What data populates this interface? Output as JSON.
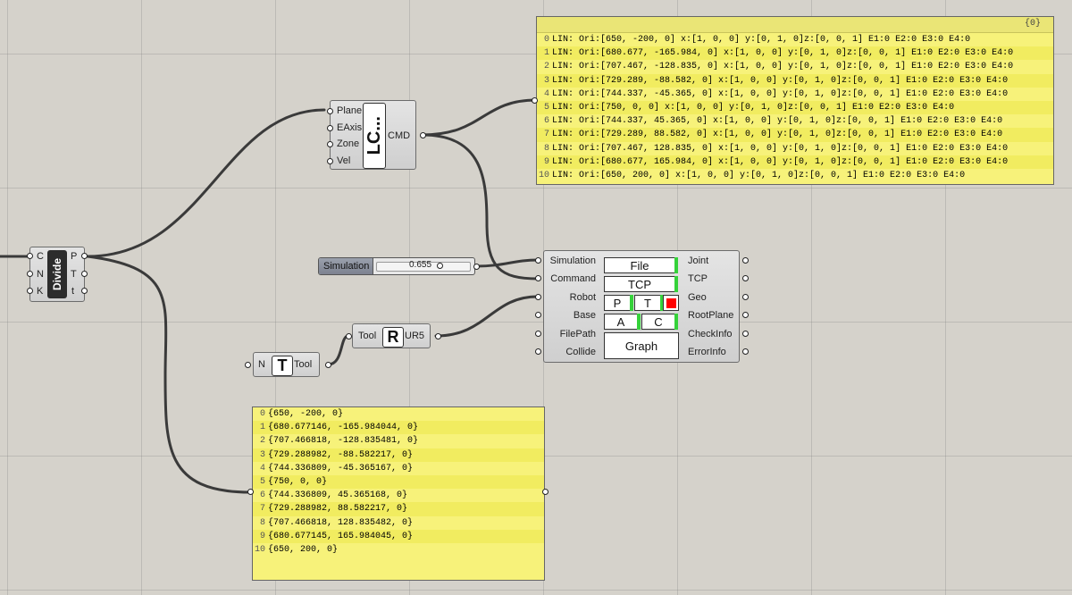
{
  "divide": {
    "title": "Divide",
    "inputs": [
      "C",
      "N",
      "K"
    ],
    "outputs": [
      "P",
      "T",
      "t"
    ]
  },
  "lc": {
    "title": "LC...",
    "inputs": [
      "Plane",
      "EAxis",
      "Zone",
      "Vel"
    ],
    "output": "CMD"
  },
  "slider": {
    "label": "Simulation",
    "value": "0.655"
  },
  "tool_comp": {
    "title": "T",
    "input": "N",
    "output": "Tool"
  },
  "robot_comp": {
    "title": "R",
    "input": "Tool",
    "output": "UR5"
  },
  "main_comp": {
    "inputs": [
      "Simulation",
      "Command",
      "Robot",
      "Base",
      "FilePath",
      "Collide"
    ],
    "outputs": [
      "Joint",
      "TCP",
      "Geo",
      "RootPlane",
      "CheckInfo",
      "ErrorInfo"
    ],
    "buttons": {
      "file": "File",
      "tcp": "TCP",
      "p": "P",
      "t": "T",
      "a": "A",
      "c": "C",
      "graph": "Graph"
    },
    "colors": {
      "green": "#35d23a",
      "red": "#ff0000"
    }
  },
  "cmd_panel": {
    "path": "{0}",
    "rows": [
      "LIN: Ori:[650, -200, 0] x:[1, 0, 0] y:[0, 1, 0]z:[0, 0, 1] E1:0 E2:0 E3:0 E4:0",
      "LIN: Ori:[680.677, -165.984, 0] x:[1, 0, 0] y:[0, 1, 0]z:[0, 0, 1] E1:0 E2:0 E3:0 E4:0",
      "LIN: Ori:[707.467, -128.835, 0] x:[1, 0, 0] y:[0, 1, 0]z:[0, 0, 1] E1:0 E2:0 E3:0 E4:0",
      "LIN: Ori:[729.289, -88.582, 0] x:[1, 0, 0] y:[0, 1, 0]z:[0, 0, 1] E1:0 E2:0 E3:0 E4:0",
      "LIN: Ori:[744.337, -45.365, 0] x:[1, 0, 0] y:[0, 1, 0]z:[0, 0, 1] E1:0 E2:0 E3:0 E4:0",
      "LIN: Ori:[750, 0, 0] x:[1, 0, 0] y:[0, 1, 0]z:[0, 0, 1] E1:0 E2:0 E3:0 E4:0",
      "LIN: Ori:[744.337, 45.365, 0] x:[1, 0, 0] y:[0, 1, 0]z:[0, 0, 1] E1:0 E2:0 E3:0 E4:0",
      "LIN: Ori:[729.289, 88.582, 0] x:[1, 0, 0] y:[0, 1, 0]z:[0, 0, 1] E1:0 E2:0 E3:0 E4:0",
      "LIN: Ori:[707.467, 128.835, 0] x:[1, 0, 0] y:[0, 1, 0]z:[0, 0, 1] E1:0 E2:0 E3:0 E4:0",
      "LIN: Ori:[680.677, 165.984, 0] x:[1, 0, 0] y:[0, 1, 0]z:[0, 0, 1] E1:0 E2:0 E3:0 E4:0",
      "LIN: Ori:[650, 200, 0] x:[1, 0, 0] y:[0, 1, 0]z:[0, 0, 1] E1:0 E2:0 E3:0 E4:0"
    ]
  },
  "points_panel": {
    "rows": [
      "{650, -200, 0}",
      "{680.677146, -165.984044, 0}",
      "{707.466818, -128.835481, 0}",
      "{729.288982, -88.582217, 0}",
      "{744.336809, -45.365167, 0}",
      "{750, 0, 0}",
      "{744.336809, 45.365168, 0}",
      "{729.288982, 88.582217, 0}",
      "{707.466818, 128.835482, 0}",
      "{680.677145, 165.984045, 0}",
      "{650, 200, 0}"
    ]
  }
}
